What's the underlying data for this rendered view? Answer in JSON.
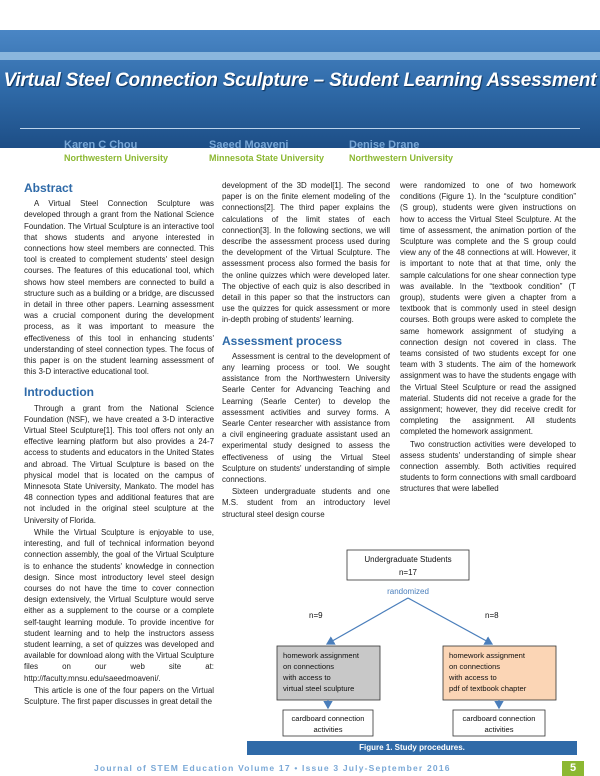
{
  "header": {
    "title": "Virtual Steel Connection Sculpture – Student Learning Assessment"
  },
  "authors": [
    {
      "name": "Karen C Chou",
      "affiliation": "Northwestern University"
    },
    {
      "name": "Saeed Moaveni",
      "affiliation": "Minnesota State University"
    },
    {
      "name": "Denise Drane",
      "affiliation": "Northwestern University"
    }
  ],
  "sections": {
    "abstract_heading": "Abstract",
    "abstract_text": "A Virtual Steel Connection Sculpture was developed through a grant from the National Science Foundation. The Virtual Sculpture is an interactive tool that shows students and anyone interested in connections how steel members are connected. This tool is created to complement students' steel design courses. The features of this educational tool, which shows how steel members are connected to build a structure such as a building or a bridge, are discussed in detail in three other papers. Learning assessment was a crucial component during the development process, as it was important to measure the effectiveness of this tool in enhancing students' understanding of steel connection types. The focus of this paper is on the student learning assessment of this 3-D interactive educational tool.",
    "intro_heading": "Introduction",
    "intro_p1": "Through a grant from the National Science Foundation (NSF), we have created a 3-D interactive Virtual Steel Sculpture[1]. This tool offers not only an effective learning platform but also provides a 24-7 access to students and educators in the United States and abroad. The Virtual Sculpture is based on the physical model that is located on the campus of Minnesota State University, Mankato. The model has 48 connection types and additional features that are not included in the original steel sculpture at the University of Florida.",
    "intro_p2": "While the Virtual Sculpture is enjoyable to use, interesting, and full of technical information beyond connection assembly, the goal of the Virtual Sculpture is to enhance the students' knowledge in connection design. Since most introductory level steel design courses do not have the time to cover connection design extensively, the Virtual Sculpture would serve either as a supplement to the course or a complete self-taught learning module. To provide incentive for student learning and to help the instructors assess student learning, a set of quizzes was developed and available for download along with the Virtual Sculpture files on our web site at: http://faculty.mnsu.edu/saeedmoaveni/.",
    "intro_p3": "This article is one of the four papers on the Virtual Sculpture. The first paper discusses in great detail the",
    "mid_p1": "development of the 3D model[1]. The second paper is on the finite element modeling of the connections[2]. The third paper explains the calculations of the limit states of each connection[3]. In the following sections, we will describe the assessment process used during the development of the Virtual Sculpture. The assessment process also formed the basis for the online quizzes which were developed later. The objective of each quiz is also described in detail in this paper so that the instructors can use the quizzes for quick assessment or more in-depth probing of students' learning.",
    "assess_heading": "Assessment process",
    "assess_p1": "Assessment is central to the development of any learning process or tool. We sought assistance from the Northwestern University Searle Center for Advancing Teaching and Learning (Searle Center) to develop the assessment activities and survey forms. A Searle Center researcher with assistance from a civil engineering graduate assistant used an experimental study designed to assess the effectiveness of using the Virtual Steel Sculpture on students' understanding of simple connections.",
    "assess_p2": "Sixteen undergraduate students and one M.S. student from an introductory level structural steel design course",
    "right_p1": "were randomized to one of two homework conditions (Figure 1). In the “sculpture condition” (S group), students were given instructions on how to access the Virtual Steel Sculpture. At the time of assessment, the animation portion of the Sculpture was complete and the S group could view any of the 48 connections at will. However, it is important to note that at that time, only the sample calculations for one shear connection type was available. In the “textbook condition” (T group), students were given a chapter from a textbook that is commonly used in steel design courses. Both groups were asked to complete the same homework assignment of studying a connection design not covered in class. The teams consisted of two students except for one team with 3 students. The aim of the homework assignment was to have the students engage with the Virtual Steel Sculpture or read the assigned material. Students did not receive a grade for the assignment; however, they did receive credit for completing the assignment. All students completed the homework assignment.",
    "right_p2": "Two construction activities were developed to assess students' understanding of simple shear connection assembly. Both activities required students to form connections with small cardboard structures that were labelled"
  },
  "figure": {
    "top_box": "Undergraduate Students",
    "top_n": "n=17",
    "randomized": "randomized",
    "left_n": "n=9",
    "right_n": "n=8",
    "left_box": [
      "homework assignment",
      "on connections",
      "with access to",
      "virtual steel sculpture"
    ],
    "right_box": [
      "homework assignment",
      "on connections",
      "with access to",
      "pdf of textbook chapter"
    ],
    "bottom_left": [
      "cardboard connection",
      "activities"
    ],
    "bottom_right": [
      "cardboard connection",
      "activities"
    ],
    "caption": "Figure 1. Study procedures.",
    "colors": {
      "left_fill": "#c8c8c8",
      "right_fill": "#fbd5b5",
      "arrow": "#4a7ebb"
    }
  },
  "footer": {
    "journal": "Journal of STEM Education   Volume 17 • Issue 3   July-September 2016",
    "page": "5"
  },
  "colors": {
    "banner": "#2f6aa8",
    "heading": "#2f6aa8",
    "author": "#7aa8d6",
    "affiliation": "#8cb832"
  }
}
